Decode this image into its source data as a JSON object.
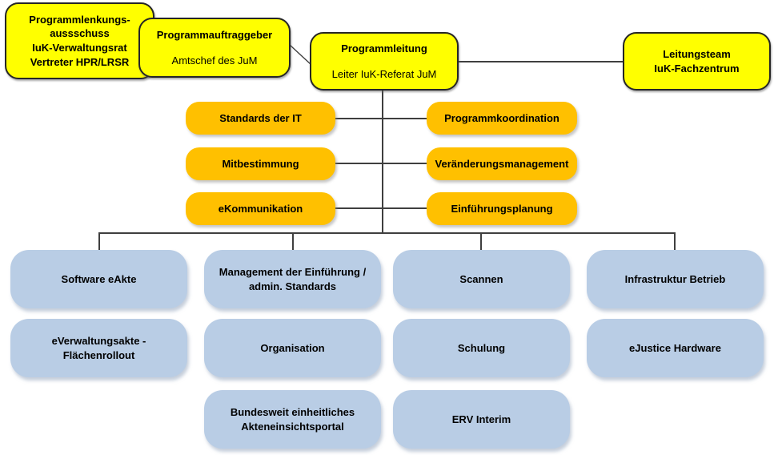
{
  "colors": {
    "governance_node": "#FFFF00",
    "function_node": "#FFC000",
    "project_node": "#B9CDE5",
    "connector": "#3F3F3F",
    "text": "#000000",
    "background": "#FFFFFF"
  },
  "governance": {
    "steering_committee": {
      "label": "Programmlenkungs-\naussschuss\nIuK-Verwaltungsrat\nVertreter HPR/LRSR"
    },
    "program_client": {
      "title": "Programmauftraggeber",
      "subtitle": "Amtschef des JuM"
    },
    "program_lead": {
      "title": "Programmleitung",
      "subtitle": "Leiter IuK-Referat JuM"
    },
    "leadership_team": {
      "label": "Leitungsteam\nIuK-Fachzentrum"
    }
  },
  "program_functions": {
    "left": [
      "Standards der IT",
      "Mitbestimmung",
      "eKommunikation"
    ],
    "right": [
      "Programmkoordination",
      "Veränderungsmanagement",
      "Einführungsplanung"
    ]
  },
  "projects": {
    "row1": [
      "Software eAkte",
      "Management der Einführung /\nadmin. Standards",
      "Scannen",
      "Infrastruktur Betrieb"
    ],
    "row2": [
      "eVerwaltungsakte -\nFlächenrollout",
      "Organisation",
      "Schulung",
      "eJustice Hardware"
    ],
    "row3": [
      "Bundesweit einheitliches\nAkteneinsichtsportal",
      "ERV Interim"
    ]
  }
}
